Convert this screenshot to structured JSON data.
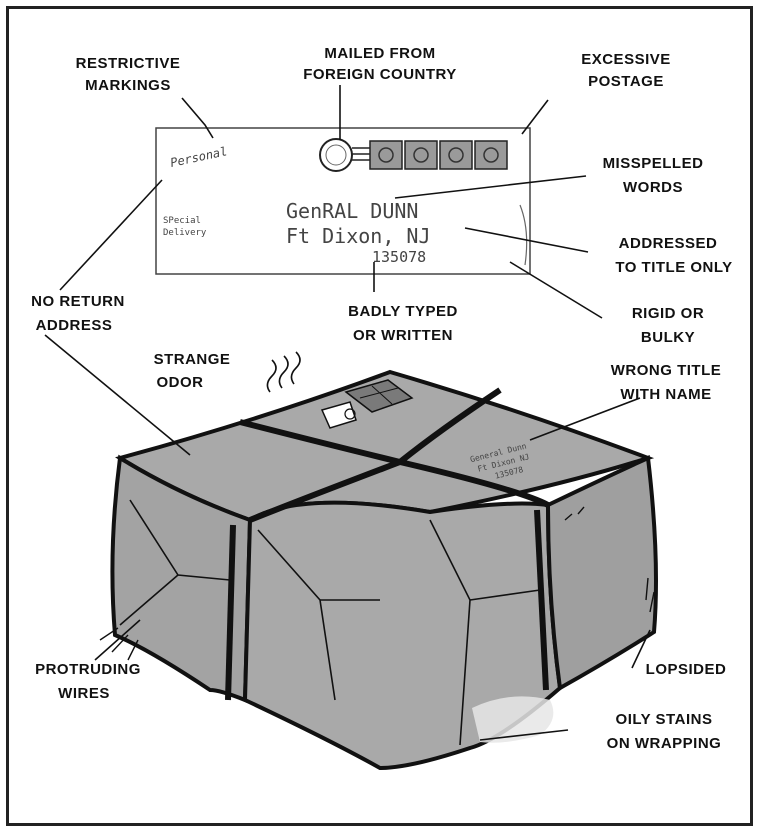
{
  "labels": {
    "restrictive_markings": [
      "RESTRICTIVE",
      "MARKINGS"
    ],
    "mailed_from_foreign_country": [
      "MAILED FROM",
      "FOREIGN COUNTRY"
    ],
    "excessive_postage": [
      "EXCESSIVE",
      "POSTAGE"
    ],
    "misspelled_words": [
      "MISSPELLED",
      "WORDS"
    ],
    "addressed_to_title_only": [
      "ADDRESSED",
      "TO TITLE ONLY"
    ],
    "rigid_or_bulky": [
      "RIGID OR",
      "BULKY"
    ],
    "badly_typed_or_written": [
      "BADLY TYPED",
      "OR WRITTEN"
    ],
    "no_return_address": [
      "NO RETURN",
      "ADDRESS"
    ],
    "strange_odor": [
      "STRANGE",
      "ODOR"
    ],
    "wrong_title_with_name": [
      "WRONG TITLE",
      "WITH NAME"
    ],
    "protruding_wires": [
      "PROTRUDING",
      "WIRES"
    ],
    "lopsided": [
      "LOPSIDED"
    ],
    "oily_stains_on_wrapping": [
      "OILY STAINS",
      "ON WRAPPING"
    ]
  },
  "envelope": {
    "restrictive_mark": "Personal",
    "side_note": [
      "SPecial",
      "Delivery"
    ],
    "name_line": "GenRAL DUNN",
    "city_line": "Ft Dixon, NJ",
    "zip_line": "135078"
  },
  "package": {
    "address_lines": [
      "General Dunn",
      "Ft Dixon NJ",
      "135078"
    ]
  },
  "colors": {
    "package_fill": "#a9a9a9",
    "package_dark": "#8f8f8f",
    "strap": "#111111",
    "stamp_fill": "#9a9a9a"
  }
}
